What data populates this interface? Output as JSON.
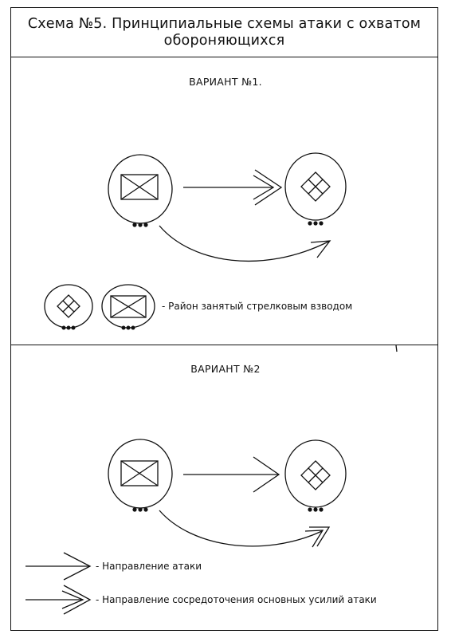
{
  "title": {
    "line1": "Схема №5. Принципиальные схемы атаки с охватом",
    "line2": "обороняющихся"
  },
  "variant1": {
    "label": "ВАРИАНТ №1."
  },
  "variant2": {
    "label": "ВАРИАНТ №2"
  },
  "legend": {
    "platoon_area": "- Район занятый стрелковым взводом",
    "attack_direction": "- Направление атаки",
    "main_effort_direction": "- Направление сосредоточения основных усилий атаки"
  }
}
